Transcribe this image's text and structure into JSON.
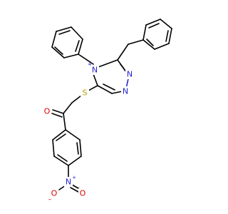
{
  "molecule": {
    "atoms": {
      "n_ring_4": {
        "symbol": "N",
        "number": "4",
        "color": "#2222cc"
      },
      "n_ring_1": {
        "symbol": "N",
        "color": "#2222cc"
      },
      "n_ring_2": {
        "symbol": "N",
        "color": "#2222cc"
      },
      "sulfur": {
        "symbol": "S",
        "color": "#b8a000"
      },
      "carbonyl_o": {
        "symbol": "O",
        "color": "#dd0000"
      },
      "nitro_n": {
        "symbol": "N",
        "charge": "+",
        "color": "#2222cc"
      },
      "nitro_o_minus": {
        "symbol": "O",
        "charge": "−",
        "color": "#dd0000"
      },
      "nitro_o": {
        "symbol": "O",
        "color": "#dd0000"
      }
    }
  }
}
